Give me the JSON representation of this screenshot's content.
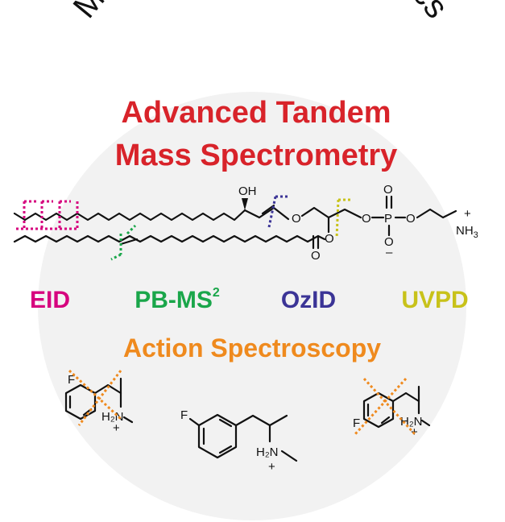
{
  "arc_title": "Metabolomics & Lipidomics",
  "headline": {
    "line1": "Advanced Tandem",
    "line2": "Mass Spectrometry"
  },
  "techniques": [
    {
      "key": "eid",
      "label": "EID",
      "color": "#d6007e"
    },
    {
      "key": "pb",
      "label": "PB-MS",
      "sup": "2",
      "color": "#1aa64a"
    },
    {
      "key": "ozid",
      "label": "OzID",
      "color": "#3b3496"
    },
    {
      "key": "uvpd",
      "label": "UVPD",
      "color": "#c8c21a"
    }
  ],
  "subtitle": {
    "label": "Action Spectroscopy",
    "color": "#ef8a1e"
  },
  "lipid_atoms": {
    "oh": "OH",
    "ether_o": "O",
    "ester_o": "O",
    "carbonyl_o": "O",
    "p": "P",
    "p_o_top": "O",
    "p_o_left": "O",
    "p_o_right": "O",
    "p_o_bottom": "O",
    "p_charge": "–",
    "amine": "NH",
    "amine_sub": "3",
    "amine_charge": "+"
  },
  "small_molecules": {
    "left": {
      "f": "F",
      "n": "H₂N",
      "charge": "+"
    },
    "center": {
      "f": "F",
      "n": "H₂N",
      "charge": "+"
    },
    "right": {
      "f": "F",
      "n": "H₂N",
      "charge": "+"
    }
  },
  "colors": {
    "circle_bg": "#f2f2f2",
    "title_red": "#d8232a",
    "eid": "#d6007e",
    "pb": "#1aa64a",
    "ozid": "#3b3496",
    "uvpd": "#c8c21a",
    "action": "#ef8a1e"
  }
}
